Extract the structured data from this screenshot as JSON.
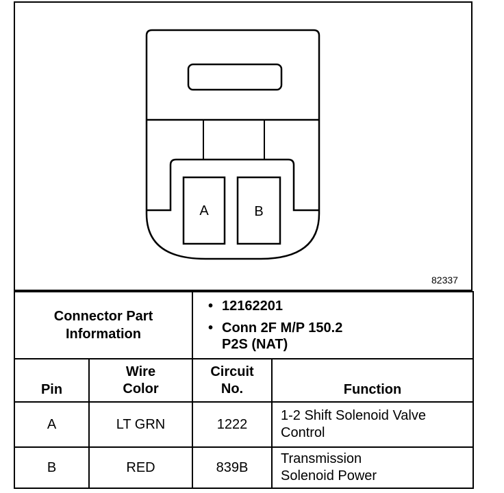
{
  "diagram": {
    "pins": [
      {
        "id": "A",
        "label": "A"
      },
      {
        "id": "B",
        "label": "B"
      }
    ],
    "ref_number": "82337"
  },
  "connector_info": {
    "label_line1": "Connector Part",
    "label_line2": "Information",
    "part_number": "12162201",
    "conn_line1": "Conn 2F M/P 150.2",
    "conn_line2": "P2S (NAT)"
  },
  "table": {
    "headers": {
      "pin": "Pin",
      "wire_color_line1": "Wire",
      "wire_color_line2": "Color",
      "circuit_line1": "Circuit",
      "circuit_line2": "No.",
      "function": "Function"
    },
    "rows": [
      {
        "pin": "A",
        "wire_color": "LT GRN",
        "circuit": "1222",
        "function_line1": "1-2 Shift Solenoid Valve",
        "function_line2": "Control"
      },
      {
        "pin": "B",
        "wire_color": "RED",
        "circuit": "839B",
        "function_line1": "Transmission",
        "function_line2": "Solenoid Power"
      }
    ]
  }
}
